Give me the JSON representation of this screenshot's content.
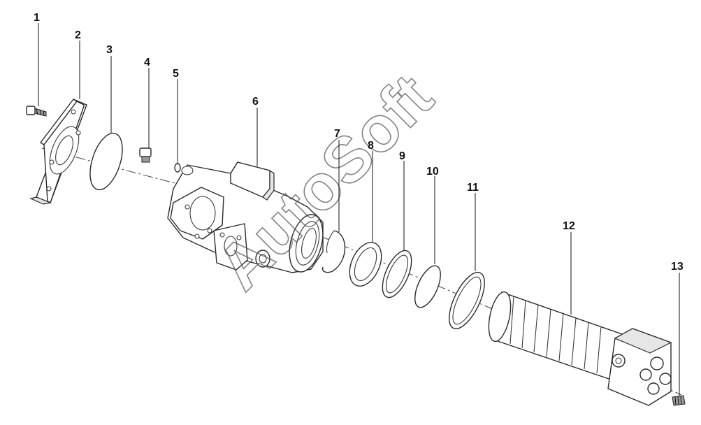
{
  "watermark": "AutoSoft",
  "callouts": [
    {
      "label": "1",
      "part": "bolt"
    },
    {
      "label": "2",
      "part": "cover-plate"
    },
    {
      "label": "3",
      "part": "gasket"
    },
    {
      "label": "4",
      "part": "plug-screw"
    },
    {
      "label": "5",
      "part": "sealing-washer"
    },
    {
      "label": "6",
      "part": "valve-housing"
    },
    {
      "label": "7",
      "part": "snap-ring"
    },
    {
      "label": "8",
      "part": "ring"
    },
    {
      "label": "9",
      "part": "ring"
    },
    {
      "label": "10",
      "part": "shim-disc"
    },
    {
      "label": "11",
      "part": "o-ring"
    },
    {
      "label": "12",
      "part": "bellows-cylinder"
    },
    {
      "label": "13",
      "part": "grub-screw"
    }
  ],
  "colors": {
    "line": "#2a2a2a",
    "background": "#ffffff",
    "watermark": "#5a5a5a"
  }
}
